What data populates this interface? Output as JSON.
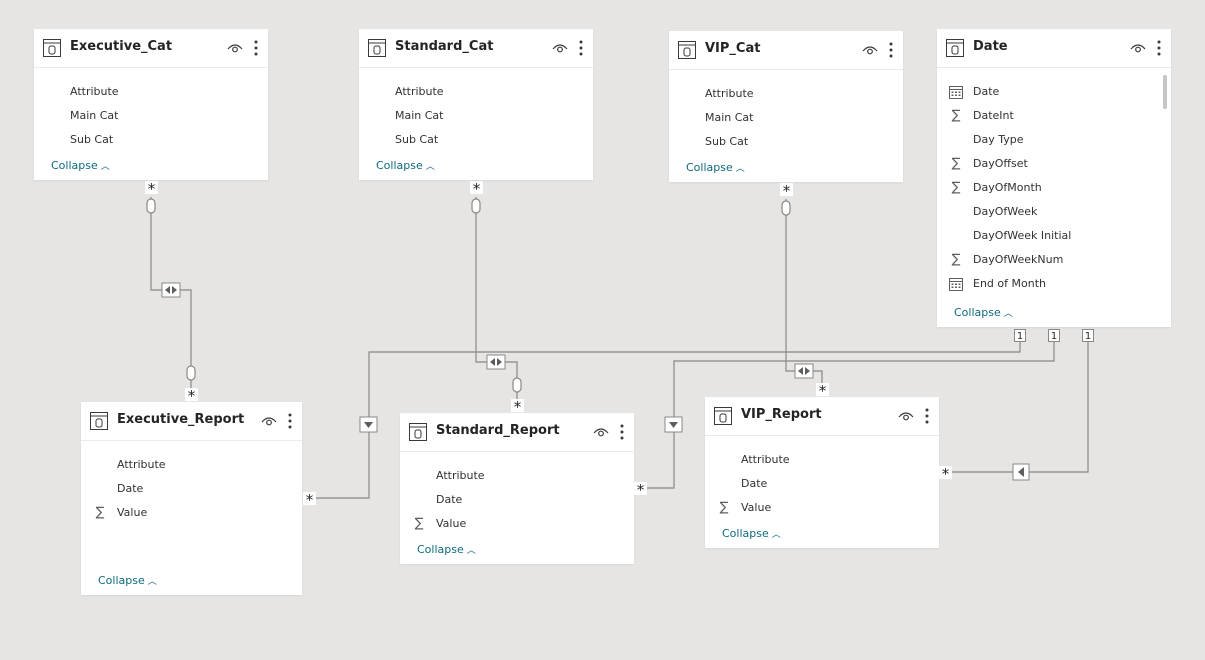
{
  "tables": {
    "executive_cat": {
      "title": "Executive_Cat",
      "fields": [
        {
          "name": "Attribute",
          "icon": "none"
        },
        {
          "name": "Main Cat",
          "icon": "none"
        },
        {
          "name": "Sub Cat",
          "icon": "none"
        }
      ]
    },
    "standard_cat": {
      "title": "Standard_Cat",
      "fields": [
        {
          "name": "Attribute",
          "icon": "none"
        },
        {
          "name": "Main Cat",
          "icon": "none"
        },
        {
          "name": "Sub Cat",
          "icon": "none"
        }
      ]
    },
    "vip_cat": {
      "title": "VIP_Cat",
      "fields": [
        {
          "name": "Attribute",
          "icon": "none"
        },
        {
          "name": "Main Cat",
          "icon": "none"
        },
        {
          "name": "Sub Cat",
          "icon": "none"
        }
      ]
    },
    "date": {
      "title": "Date",
      "fields": [
        {
          "name": "Date",
          "icon": "calendar-icon"
        },
        {
          "name": "DateInt",
          "icon": "sigma-icon"
        },
        {
          "name": "Day Type",
          "icon": "none"
        },
        {
          "name": "DayOffset",
          "icon": "sigma-icon"
        },
        {
          "name": "DayOfMonth",
          "icon": "sigma-icon"
        },
        {
          "name": "DayOfWeek",
          "icon": "none"
        },
        {
          "name": "DayOfWeek Initial",
          "icon": "none"
        },
        {
          "name": "DayOfWeekNum",
          "icon": "sigma-icon"
        },
        {
          "name": "End of Month",
          "icon": "calendar-icon"
        }
      ]
    },
    "executive_report": {
      "title": "Executive_Report",
      "fields": [
        {
          "name": "Attribute",
          "icon": "none"
        },
        {
          "name": "Date",
          "icon": "none"
        },
        {
          "name": "Value",
          "icon": "sigma-icon"
        }
      ]
    },
    "standard_report": {
      "title": "Standard_Report",
      "fields": [
        {
          "name": "Attribute",
          "icon": "none"
        },
        {
          "name": "Date",
          "icon": "none"
        },
        {
          "name": "Value",
          "icon": "sigma-icon"
        }
      ]
    },
    "vip_report": {
      "title": "VIP_Report",
      "fields": [
        {
          "name": "Attribute",
          "icon": "none"
        },
        {
          "name": "Date",
          "icon": "none"
        },
        {
          "name": "Value",
          "icon": "sigma-icon"
        }
      ]
    }
  },
  "collapse_label": "Collapse",
  "cardinality": {
    "many": "*",
    "one": "1"
  },
  "colors": {
    "canvas": "#e6e5e3",
    "card": "#ffffff",
    "title_text": "#252423",
    "field_text": "#323130",
    "link": "#0e6a7e",
    "line": "#8a8886"
  }
}
